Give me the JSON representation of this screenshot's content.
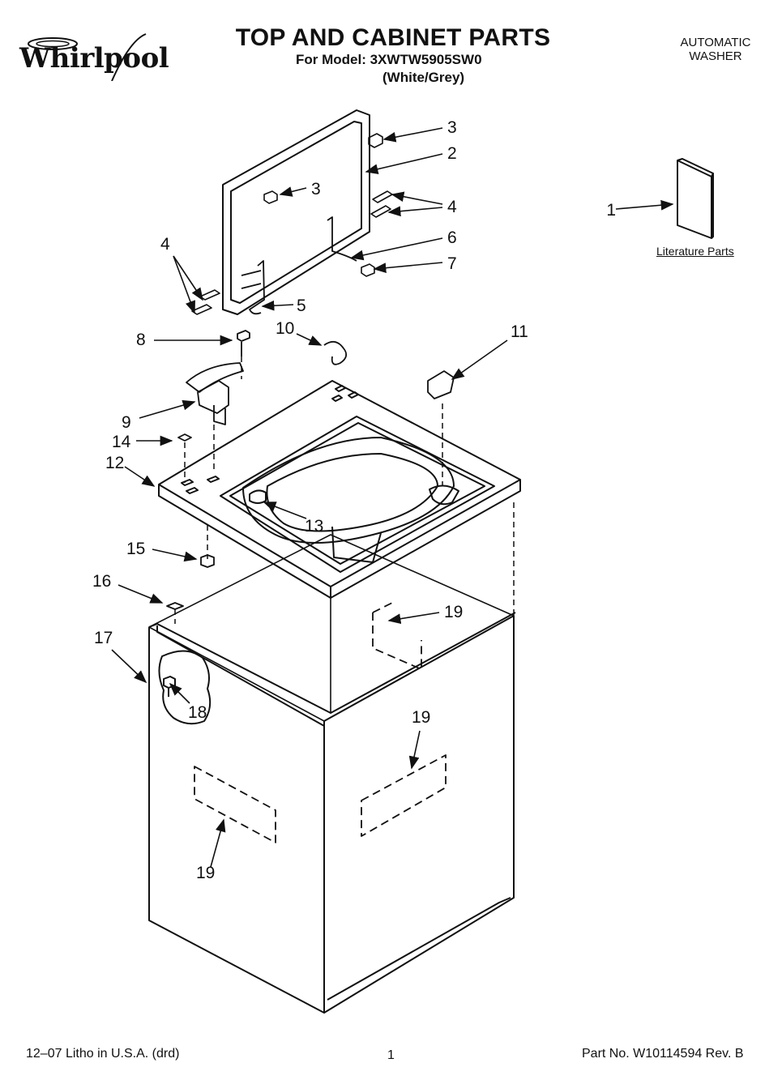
{
  "header": {
    "brand": "Whirlpool",
    "title": "TOP AND CABINET PARTS",
    "model_line": "For Model: 3XWTW5905SW0",
    "color_line": "(White/Grey)",
    "product_type_line1": "AUTOMATIC",
    "product_type_line2": "WASHER"
  },
  "literature": {
    "label": "Literature Parts"
  },
  "callouts": {
    "c1": "1",
    "c2": "2",
    "c3a": "3",
    "c3b": "3",
    "c4a": "4",
    "c4b": "4",
    "c5": "5",
    "c6": "6",
    "c7": "7",
    "c8": "8",
    "c9": "9",
    "c10": "10",
    "c11": "11",
    "c12": "12",
    "c13": "13",
    "c14": "14",
    "c15": "15",
    "c16": "16",
    "c17": "17",
    "c18": "18",
    "c19a": "19",
    "c19b": "19",
    "c19c": "19"
  },
  "footer": {
    "litho": "12–07 Litho in U.S.A. (drd)",
    "page": "1",
    "part_no": "Part No. W10114594 Rev. B"
  }
}
